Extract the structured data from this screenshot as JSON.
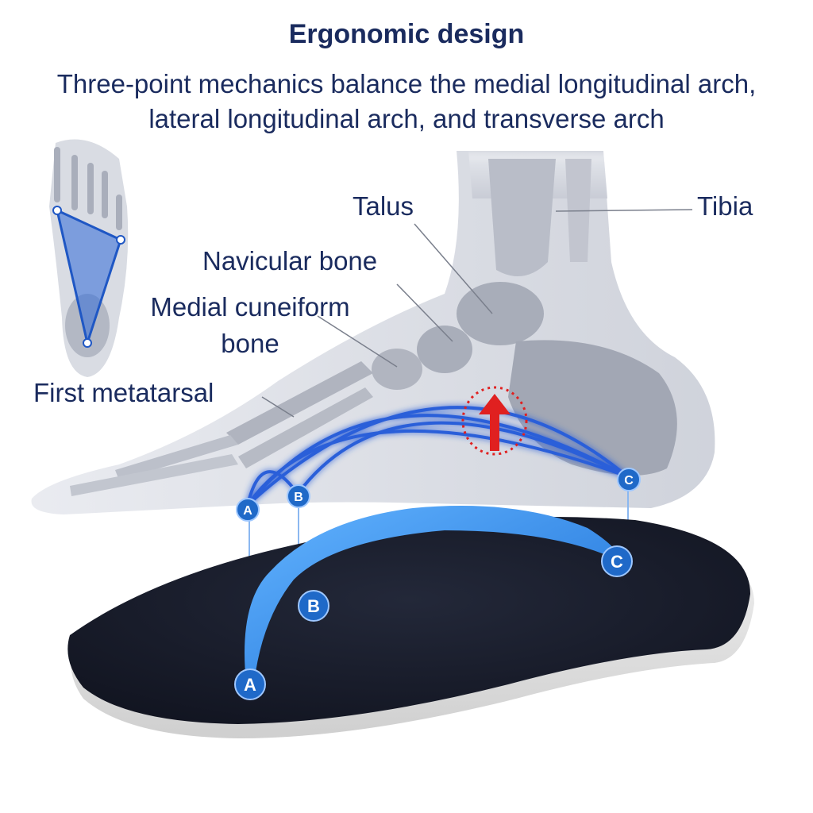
{
  "header": {
    "title": "Ergonomic design",
    "subtitle": "Three-point mechanics balance the medial longitudinal arch, lateral longitudinal arch, and transverse arch"
  },
  "labels": {
    "talus": "Talus",
    "tibia": "Tibia",
    "navicular": "Navicular bone",
    "medial_cuneiform": "Medial cuneiform bone",
    "first_metatarsal": "First metatarsal"
  },
  "points": {
    "a": "A",
    "b": "B",
    "c": "C"
  },
  "colors": {
    "text": "#1a2b5e",
    "arch_blue": "#2b5fd9",
    "insole_blue": "#3b8ee8",
    "insole_body": "#171b2a",
    "indicator_red": "#e02020"
  },
  "icons": {
    "skeleton_inset": "foot-skeleton-top-view-icon",
    "foot": "foot-side-xray-icon",
    "insole": "arch-support-insole-icon",
    "arrow": "upward-red-arrow-icon"
  }
}
